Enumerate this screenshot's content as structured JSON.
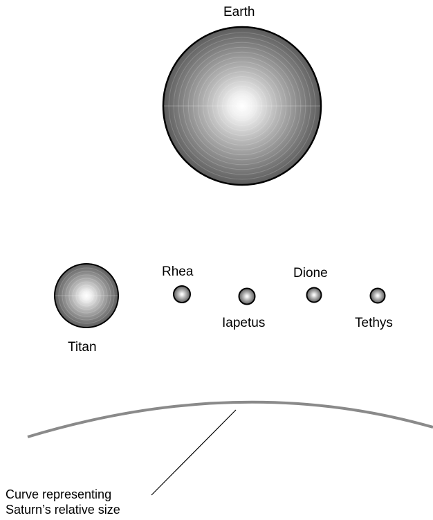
{
  "bodies": {
    "earth": {
      "name": "Earth"
    },
    "titan": {
      "name": "Titan"
    },
    "rhea": {
      "name": "Rhea"
    },
    "iapetus": {
      "name": "Iapetus"
    },
    "dione": {
      "name": "Dione"
    },
    "tethys": {
      "name": "Tethys"
    }
  },
  "saturn": {
    "caption_line1": "Curve representing",
    "caption_line2": "Saturn’s relative size"
  }
}
